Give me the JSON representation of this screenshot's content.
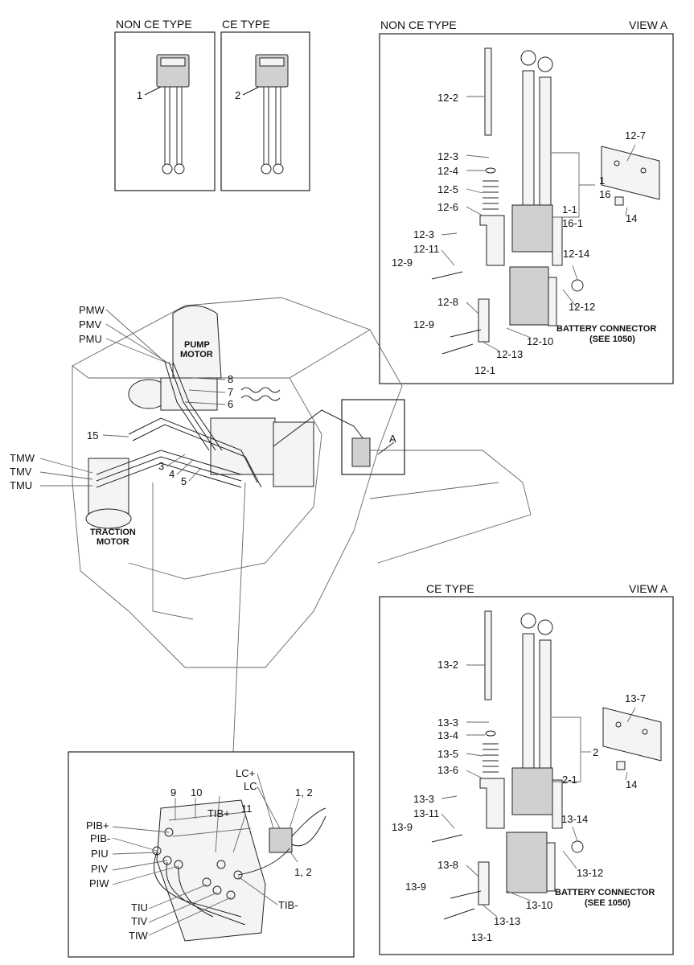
{
  "top_left": {
    "non_ce_header": "NON CE TYPE",
    "ce_header": "CE TYPE",
    "non_ce_item": "1",
    "ce_item": "2"
  },
  "view_a_top": {
    "header_left": "NON CE TYPE",
    "header_right": "VIEW A",
    "labels": [
      "12-2",
      "12-3",
      "12-4",
      "12-5",
      "12-6",
      "12-3",
      "12-11",
      "12-9",
      "12-8",
      "12-9",
      "12-1",
      "12-13",
      "12-10",
      "12-12",
      "12-14",
      "12-7",
      "14",
      "1",
      "16",
      "1-1",
      "16-1"
    ],
    "battery_connector": "BATTERY CONNECTOR",
    "battery_ref": "(SEE 1050)"
  },
  "main": {
    "labels": [
      "PMW",
      "PMV",
      "PMU",
      "PUMP",
      "MOTOR",
      "8",
      "7",
      "6",
      "15",
      "TMW",
      "TMV",
      "TMU",
      "3",
      "4",
      "5",
      "TRACTION",
      "MOTOR",
      "A"
    ]
  },
  "view_a_bottom": {
    "header_left": "CE TYPE",
    "header_right": "VIEW A",
    "labels": [
      "13-2",
      "13-3",
      "13-4",
      "13-5",
      "13-6",
      "13-3",
      "13-11",
      "13-9",
      "13-8",
      "13-9",
      "13-1",
      "13-13",
      "13-10",
      "13-12",
      "13-14",
      "13-7",
      "14",
      "2",
      "2-1"
    ],
    "battery_connector": "BATTERY CONNECTOR",
    "battery_ref": "(SEE 1050)"
  },
  "detail": {
    "labels": [
      "LC+",
      "LC",
      "1, 2",
      "9",
      "10",
      "TIB+",
      "11",
      "PIB+",
      "PIB-",
      "PIU",
      "PIV",
      "PIW",
      "1, 2",
      "TIU",
      "TIV",
      "TIW",
      "TIB-"
    ]
  }
}
